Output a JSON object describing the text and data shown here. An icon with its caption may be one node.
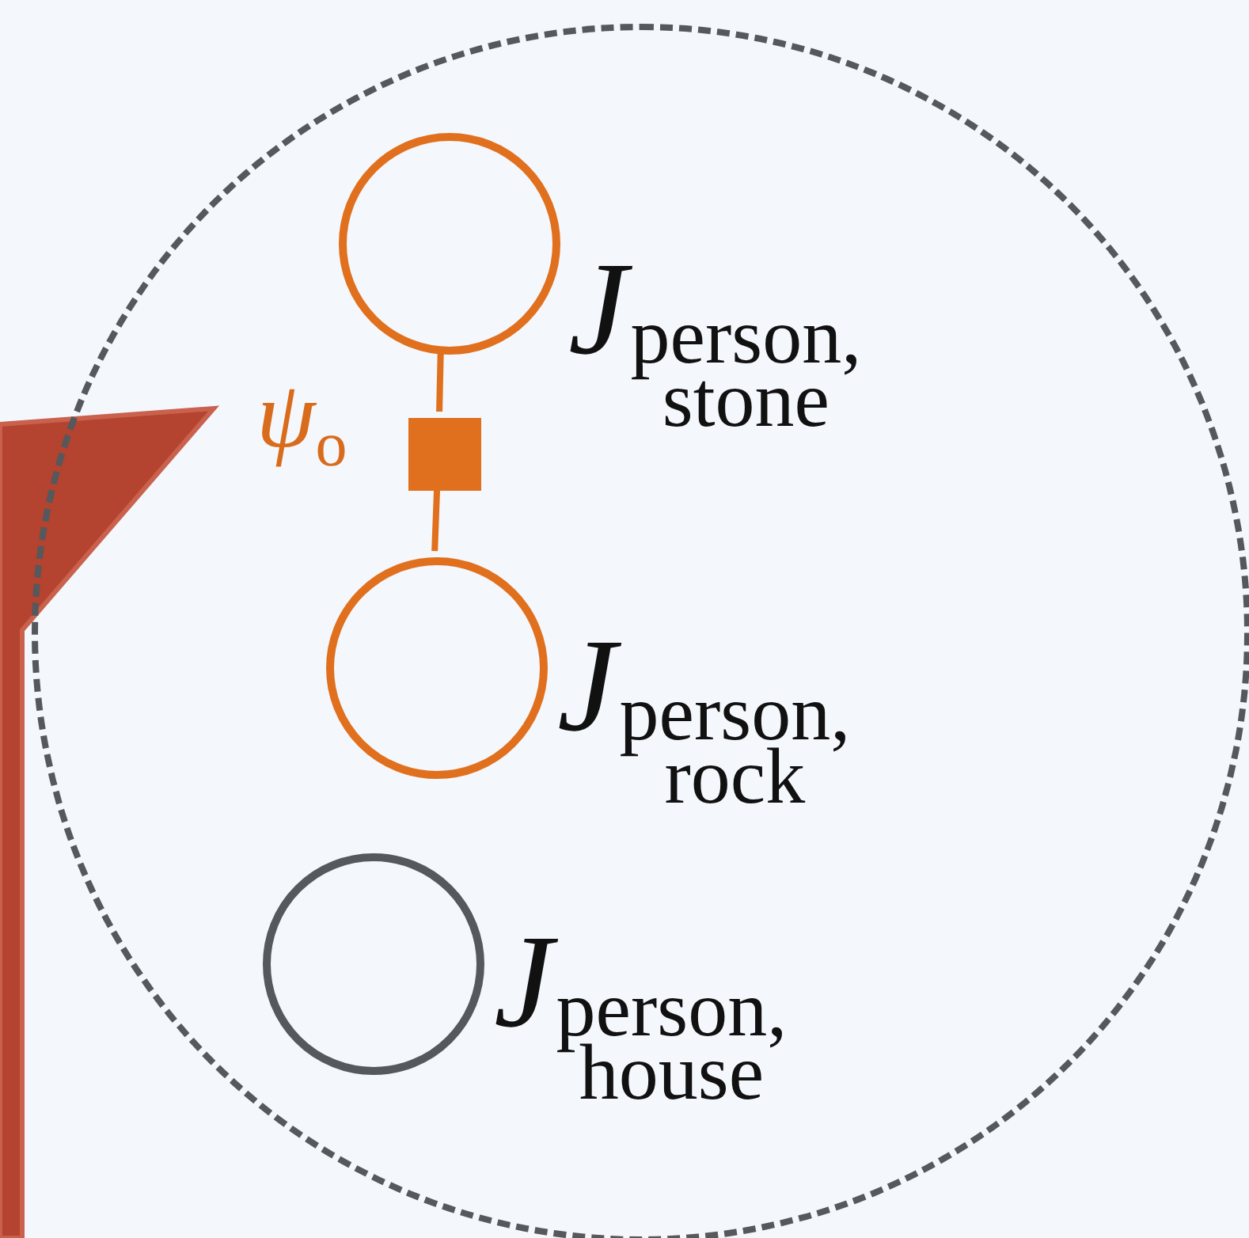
{
  "diagram": {
    "nodes": [
      {
        "text": [],
        "shape": "circle"
      },
      {
        "text": [],
        "shape": "circle",
        "in": 0,
        "beside": [
          "*J*$_{person, stone}$"
        ]
      },
      {
        "text": [],
        "shape": "box",
        "in": 0,
        "beside": [
          "*ψ*$_{o}$"
        ]
      },
      {
        "text": [],
        "shape": "circle",
        "in": 0,
        "beside": [
          "*J*$_{person, rock}$"
        ]
      },
      {
        "text": [],
        "shape": "circle",
        "in": 0,
        "beside": [
          "*J*$_{person, house}$"
        ]
      },
      {
        "text": [],
        "shape": "callout"
      }
    ],
    "edges": [
      {
        "from": 1,
        "to": 2,
        "arrow": "none"
      },
      {
        "from": 2,
        "to": 3,
        "arrow": "none"
      }
    ]
  }
}
